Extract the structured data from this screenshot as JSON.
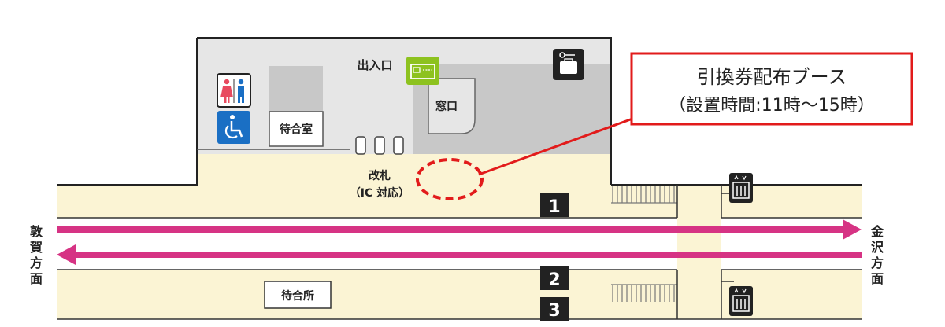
{
  "labels": {
    "entrance": "出入口",
    "ticket_window": "窓口",
    "waiting_room": "待合室",
    "gate": "改札",
    "gate_ic": "（IC 対応）",
    "waiting_area": "待合所",
    "tsuruga_direction": [
      "敦",
      "賀",
      "方",
      "面"
    ],
    "kanazawa_direction": [
      "金",
      "沢",
      "方",
      "面"
    ]
  },
  "callout": {
    "line1": "引換券配布ブース",
    "line2": "（設置時間:11時〜15時）"
  },
  "platforms": [
    "1",
    "2",
    "3"
  ],
  "icons": [
    "restroom-icon",
    "accessible-restroom-icon",
    "ticket-machine-icon",
    "coin-locker-icon",
    "elevator-icon"
  ],
  "colors": {
    "building": "#e6e6e6",
    "platform": "#fbf4d4",
    "track_arrow": "#d63384",
    "callout": "#e21b1b",
    "ticket_machine": "#8dc21f",
    "restroom_wheelchair": "#1a6fc4",
    "men": "#1a6fc4",
    "women": "#e84a5f"
  }
}
